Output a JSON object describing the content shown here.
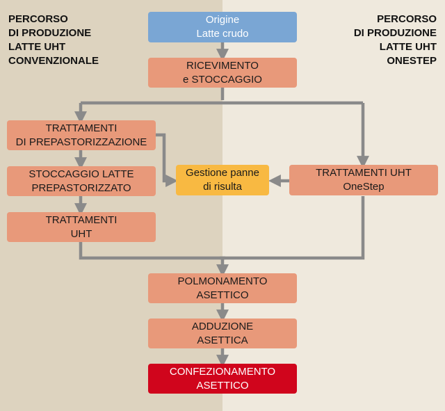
{
  "left_title": "PERCORSO\nDI PRODUZIONE\nLATTE UHT\nCONVENZIONALE",
  "right_title": "PERCORSO\nDI PRODUZIONE\nLATTE UHT\nONESTEP",
  "nodes": {
    "origine": "Origine\nLatte crudo",
    "ricevimento": "RICEVIMENTO\ne STOCCAGGIO",
    "prepast_trattamenti": "TRATTAMENTI\nDI PREPASTORIZZAZIONE",
    "stoccaggio_prepast": "STOCCAGGIO LATTE\nPREPASTORIZZATO",
    "trattamenti_uht": "TRATTAMENTI\nUHT",
    "gestione_panne": "Gestione panne\ndi risulta",
    "uht_onestep": "TRATTAMENTI UHT\nOneStep",
    "polmonamento": "POLMONAMENTO\nASETTICO",
    "adduzione": "ADDUZIONE\nASETTICA",
    "confezionamento": "CONFEZIONAMENTO\nASETTICO"
  },
  "colors": {
    "bg_left": "#ddd3bf",
    "bg_right": "#efe9dd",
    "origin": "#7aa6d4",
    "step": "#e8997a",
    "waste": "#f8b942",
    "final": "#d0051c",
    "arrow": "#8a8a8a"
  }
}
